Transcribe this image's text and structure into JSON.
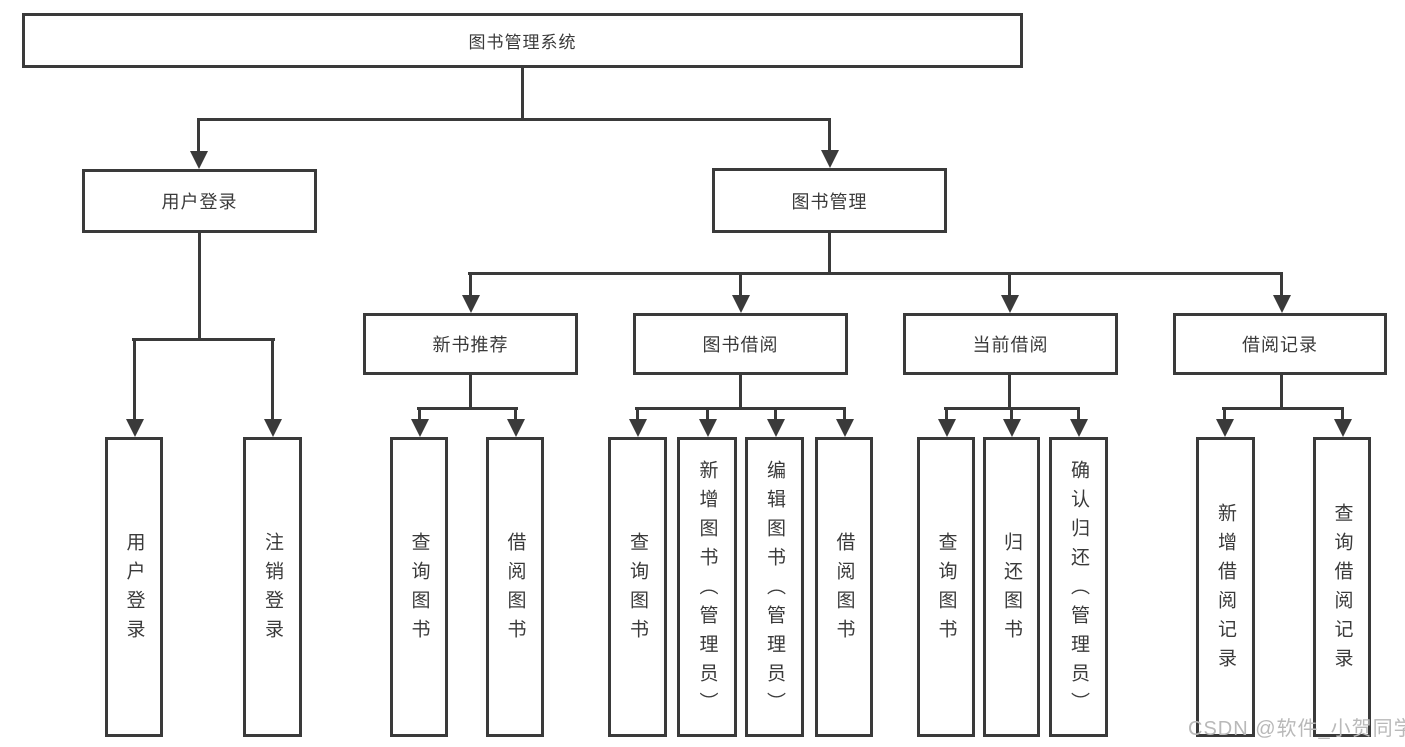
{
  "diagram": {
    "title": "图书管理系统",
    "level2": {
      "login": "用户登录",
      "manage": "图书管理"
    },
    "level3": {
      "recommend": "新书推荐",
      "borrow": "图书借阅",
      "current": "当前借阅",
      "records": "借阅记录"
    },
    "leaves": {
      "login": [
        "用户登录",
        "注销登录"
      ],
      "recommend": [
        "查询图书",
        "借阅图书"
      ],
      "borrow": [
        "查询图书",
        "新增图书（管理员）",
        "编辑图书（管理员）",
        "借阅图书"
      ],
      "current": [
        "查询图书",
        "归还图书",
        "确认归还（管理员）"
      ],
      "records": [
        "新增借阅记录",
        "查询借阅记录"
      ]
    }
  },
  "watermark": "CSDN @软件_小贺同学",
  "colors": {
    "line": "#3a3a3a",
    "text": "#3a3a3a",
    "watermark": "#b9b9b9",
    "background": "#ffffff"
  }
}
